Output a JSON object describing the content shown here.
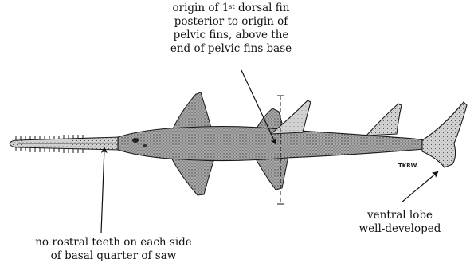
{
  "annotations": {
    "dorsal_fin": {
      "line1_prefix": "origin of 1",
      "line1_sup": "st",
      "line1_suffix": " dorsal fin",
      "line2": "posterior to origin of",
      "line3": "pelvic fins, above the",
      "line4": "end of pelvic fins base"
    },
    "ventral_lobe": {
      "line1": "ventral lobe",
      "line2": "well-developed"
    },
    "rostral_teeth": {
      "line1": "no rostral teeth on each side",
      "line2": "of basal quarter of saw"
    }
  },
  "illustration": {
    "signature": "TKRW",
    "colors": {
      "ink": "#1a1a1a",
      "body_fill": "#9a9a9a",
      "fin_fill": "#b8b8b8",
      "background": "#ffffff"
    }
  }
}
